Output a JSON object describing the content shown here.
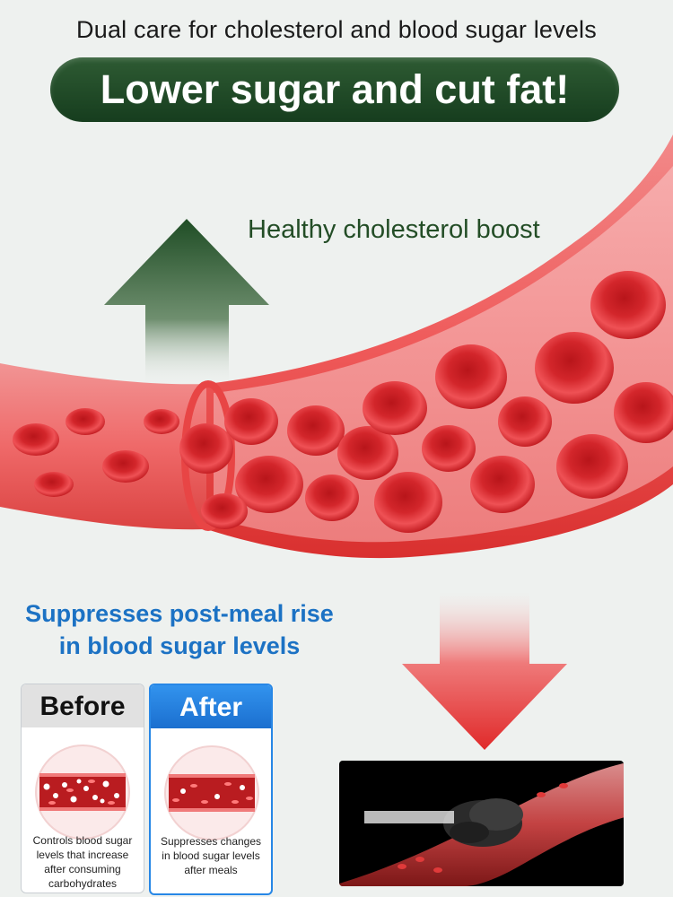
{
  "header": {
    "subtitle": "Dual care for cholesterol and blood sugar levels",
    "headline": "Lower sugar and cut fat!"
  },
  "labels": {
    "cholesterol": "Healthy cholesterol boost",
    "suppress_line1": "Suppresses post-meal rise",
    "suppress_line2": "in blood sugar levels"
  },
  "comparison": {
    "before": {
      "title": "Before",
      "caption_lines": [
        "Controls blood sugar",
        "levels that increase",
        "after consuming",
        "carbohydrates"
      ]
    },
    "after": {
      "title": "After",
      "caption_lines": [
        "Suppresses changes",
        "in blood sugar levels",
        "after meals"
      ]
    }
  },
  "colors": {
    "green_dark": "#1c4422",
    "blue_accent": "#1c72c4",
    "vessel_red": "#e23a3a"
  },
  "icons": {
    "up_arrow": "up-arrow-icon",
    "down_arrow": "down-arrow-icon"
  }
}
